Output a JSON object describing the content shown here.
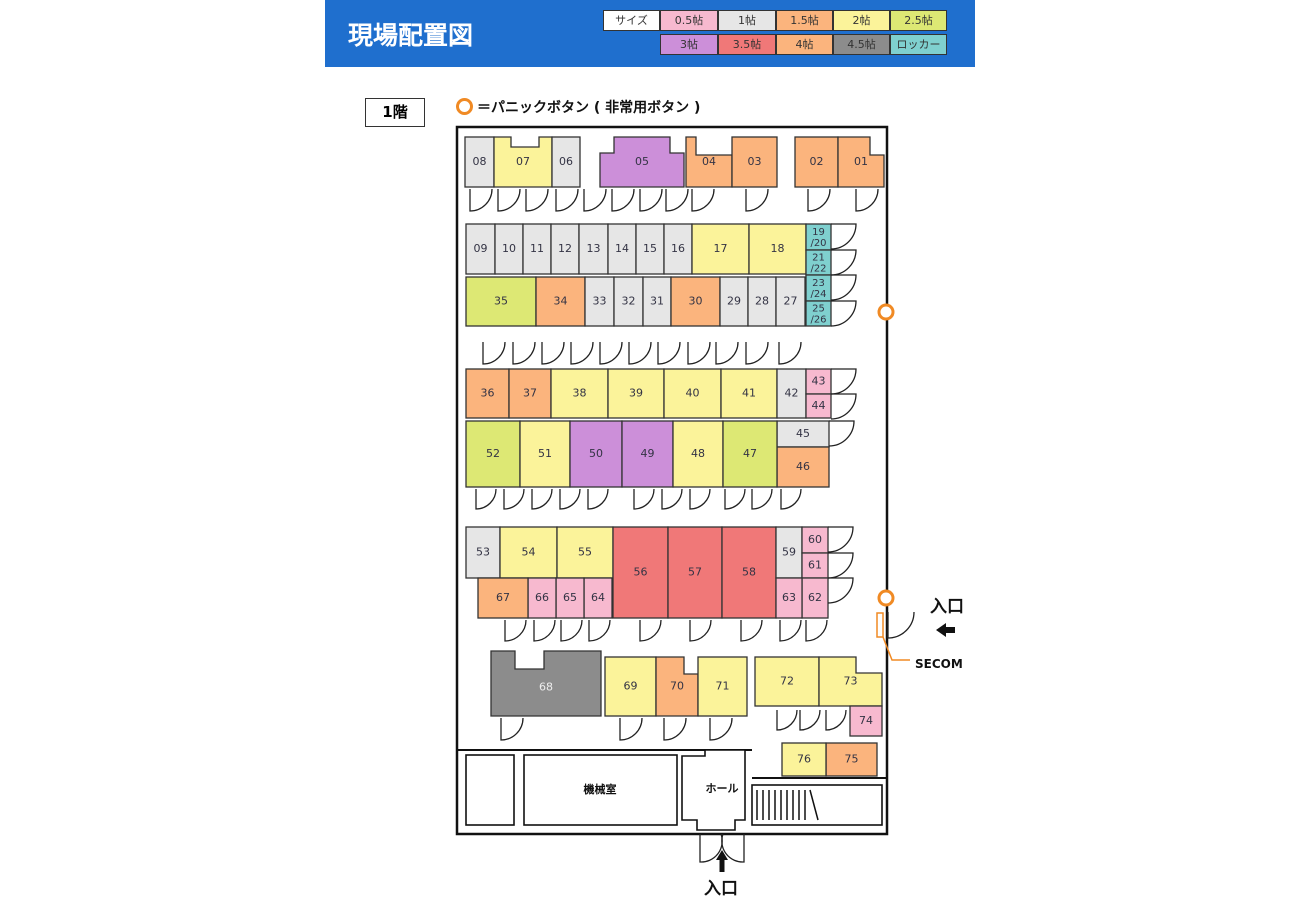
{
  "header": {
    "title": "現場配置図",
    "bg_color": "#1f6fce"
  },
  "legend": {
    "size_label": "サイズ",
    "items": [
      {
        "key": "0.5",
        "label": "0.5帖",
        "color": "#f7b9cf"
      },
      {
        "key": "1",
        "label": "1帖",
        "color": "#e6e6e6"
      },
      {
        "key": "1.5",
        "label": "1.5帖",
        "color": "#fbb47d"
      },
      {
        "key": "2",
        "label": "2帖",
        "color": "#fbf39a"
      },
      {
        "key": "2.5",
        "label": "2.5帖",
        "color": "#dde874"
      },
      {
        "key": "3",
        "label": "3帖",
        "color": "#cc8fd9"
      },
      {
        "key": "3.5",
        "label": "3.5帖",
        "color": "#f07878"
      },
      {
        "key": "4",
        "label": "4帖",
        "color": "#fbb47d"
      },
      {
        "key": "4.5",
        "label": "4.5帖",
        "color": "#8c8c8c"
      },
      {
        "key": "locker",
        "label": "ロッカー",
        "color": "#7fd0cf"
      }
    ]
  },
  "floor_label": "1階",
  "panic_note": "＝パニックボタン ( 非常用ボタン )",
  "units": [
    {
      "id": "08",
      "size": "1"
    },
    {
      "id": "07",
      "size": "2"
    },
    {
      "id": "06",
      "size": "1"
    },
    {
      "id": "05",
      "size": "3"
    },
    {
      "id": "04",
      "size": "1.5"
    },
    {
      "id": "03",
      "size": "1.5"
    },
    {
      "id": "02",
      "size": "1.5"
    },
    {
      "id": "01",
      "size": "1.5"
    },
    {
      "id": "09",
      "size": "1"
    },
    {
      "id": "10",
      "size": "1"
    },
    {
      "id": "11",
      "size": "1"
    },
    {
      "id": "12",
      "size": "1"
    },
    {
      "id": "13",
      "size": "1"
    },
    {
      "id": "14",
      "size": "1"
    },
    {
      "id": "15",
      "size": "1"
    },
    {
      "id": "16",
      "size": "1"
    },
    {
      "id": "17",
      "size": "2"
    },
    {
      "id": "18",
      "size": "2"
    },
    {
      "id": "19/20",
      "size": "locker"
    },
    {
      "id": "21/22",
      "size": "locker"
    },
    {
      "id": "23/24",
      "size": "locker"
    },
    {
      "id": "25/26",
      "size": "locker"
    },
    {
      "id": "35",
      "size": "2.5"
    },
    {
      "id": "34",
      "size": "1.5"
    },
    {
      "id": "33",
      "size": "1"
    },
    {
      "id": "32",
      "size": "1"
    },
    {
      "id": "31",
      "size": "1"
    },
    {
      "id": "30",
      "size": "1.5"
    },
    {
      "id": "29",
      "size": "1"
    },
    {
      "id": "28",
      "size": "1"
    },
    {
      "id": "27",
      "size": "1"
    },
    {
      "id": "36",
      "size": "1.5"
    },
    {
      "id": "37",
      "size": "1.5"
    },
    {
      "id": "38",
      "size": "2"
    },
    {
      "id": "39",
      "size": "2"
    },
    {
      "id": "40",
      "size": "2"
    },
    {
      "id": "41",
      "size": "2"
    },
    {
      "id": "42",
      "size": "1"
    },
    {
      "id": "43",
      "size": "0.5"
    },
    {
      "id": "44",
      "size": "0.5"
    },
    {
      "id": "45",
      "size": "1"
    },
    {
      "id": "46",
      "size": "1.5"
    },
    {
      "id": "52",
      "size": "2.5"
    },
    {
      "id": "51",
      "size": "2"
    },
    {
      "id": "50",
      "size": "3"
    },
    {
      "id": "49",
      "size": "3"
    },
    {
      "id": "48",
      "size": "2"
    },
    {
      "id": "47",
      "size": "2.5"
    },
    {
      "id": "53",
      "size": "1"
    },
    {
      "id": "54",
      "size": "2"
    },
    {
      "id": "55",
      "size": "2"
    },
    {
      "id": "56",
      "size": "3.5"
    },
    {
      "id": "57",
      "size": "3.5"
    },
    {
      "id": "58",
      "size": "3.5"
    },
    {
      "id": "59",
      "size": "1"
    },
    {
      "id": "60",
      "size": "0.5"
    },
    {
      "id": "61",
      "size": "0.5"
    },
    {
      "id": "62",
      "size": "0.5"
    },
    {
      "id": "63",
      "size": "0.5"
    },
    {
      "id": "64",
      "size": "0.5"
    },
    {
      "id": "65",
      "size": "0.5"
    },
    {
      "id": "66",
      "size": "0.5"
    },
    {
      "id": "67",
      "size": "1.5"
    },
    {
      "id": "68",
      "size": "4.5"
    },
    {
      "id": "69",
      "size": "2"
    },
    {
      "id": "70",
      "size": "1.5"
    },
    {
      "id": "71",
      "size": "2"
    },
    {
      "id": "72",
      "size": "2"
    },
    {
      "id": "73",
      "size": "2"
    },
    {
      "id": "74",
      "size": "0.5"
    },
    {
      "id": "75",
      "size": "1.5"
    },
    {
      "id": "76",
      "size": "2"
    }
  ],
  "rooms": {
    "machine_room": "機械室",
    "hall": "ホール"
  },
  "entrances": {
    "main_label": "入口",
    "side_label": "入口"
  },
  "secom_label": "SECOM",
  "panic_color": "#f08a24"
}
